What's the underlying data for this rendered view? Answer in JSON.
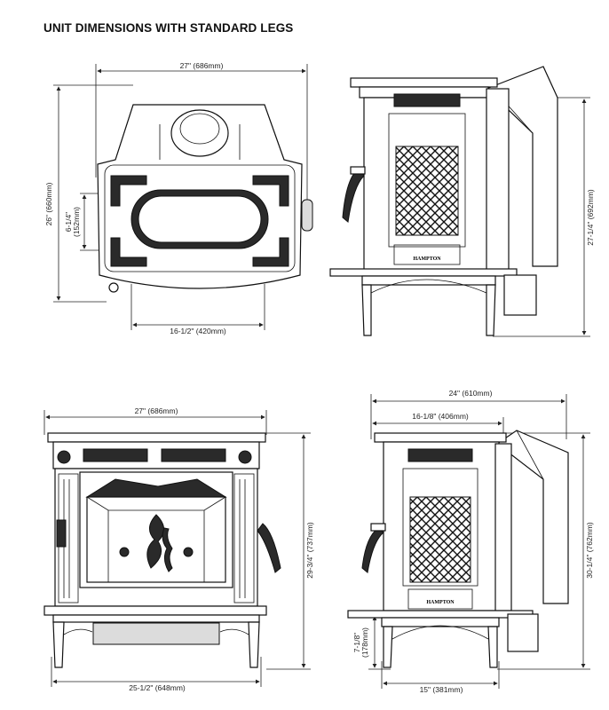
{
  "title": "UNIT DIMENSIONS WITH STANDARD LEGS",
  "brand": "HAMPTON",
  "top_view": {
    "width_label": "27\" (686mm)",
    "depth_label": "26\" (660mm)",
    "flue_label": "16-1/2\" (420mm)",
    "inner_label_line1": "6-1/4\"",
    "inner_label_line2": "(152mm)"
  },
  "side_view_top": {
    "height_label": "27-1/4\" (692mm)"
  },
  "front_view": {
    "top_width_label": "27\" (686mm)",
    "height_label": "29-3/4\" (737mm)",
    "base_width_label": "25-1/2\" (648mm)"
  },
  "side_view_bottom": {
    "overall_depth_label": "24\" (610mm)",
    "body_depth_label": "16-1/8\" (406mm)",
    "height_label": "30-1/4\" (762mm)",
    "leg_height_line1": "7-1/8\"",
    "leg_height_line2": "(178mm)",
    "leg_width_label": "15\" (381mm)"
  }
}
